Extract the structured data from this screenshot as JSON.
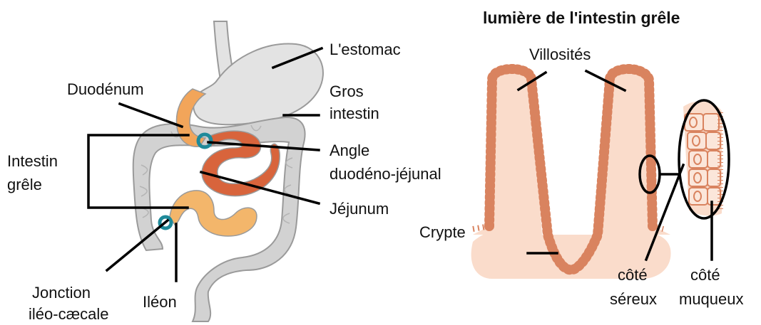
{
  "digestive": {
    "stomach_label": "L'estomac",
    "duodenum_label": "Duodénum",
    "colon_label_line1": "Gros",
    "colon_label_line2": "intestin",
    "small_intestine_line1": "Intestin",
    "small_intestine_line2": "grêle",
    "flexure_line1": "Angle",
    "flexure_line2": "duodéno-jéjunal",
    "jejunum_label": "Jéjunum",
    "ileocecal_line1": "Jonction",
    "ileocecal_line2": "iléo-cæcale",
    "ileum_label": "Iléon"
  },
  "lumen": {
    "title": "lumière de l'intestin grêle",
    "villi_label": "Villosités",
    "crypt_label": "Crypte",
    "serosal_line1": "côté",
    "serosal_line2": "séreux",
    "mucosal_line1": "côté",
    "mucosal_line2": "muqueux"
  },
  "colors": {
    "stomach": "#e3e3e3",
    "colon": "#d2d2d2",
    "outline": "#9a9a9a",
    "duodenum": "#f2a55a",
    "jejunum": "#d8643c",
    "ileum": "#f3b66b",
    "junction": "#1f8a9a",
    "villus_edge": "#d9835f",
    "villus_fill": "#fadccb"
  }
}
